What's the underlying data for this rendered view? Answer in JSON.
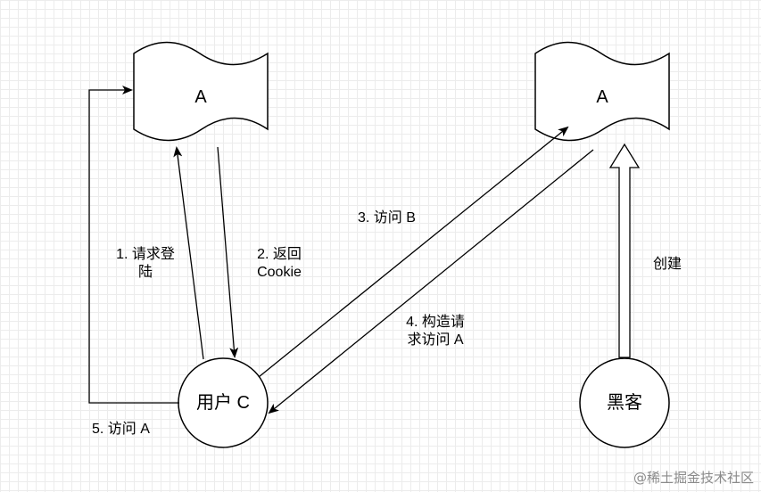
{
  "nodes": {
    "server_left": "A",
    "server_right": "A",
    "user": "用户 C",
    "hacker": "黑客"
  },
  "edges": {
    "login_line1": "1. 请求登",
    "login_line2": "陆",
    "cookie_line1": "2. 返回",
    "cookie_line2": "Cookie",
    "visit_b": "3. 访问 B",
    "forge_line1": "4. 构造请",
    "forge_line2": "求访问 A",
    "visit_a": "5. 访问 A",
    "create": "创建"
  },
  "watermark": "@稀土掘金技术社区"
}
